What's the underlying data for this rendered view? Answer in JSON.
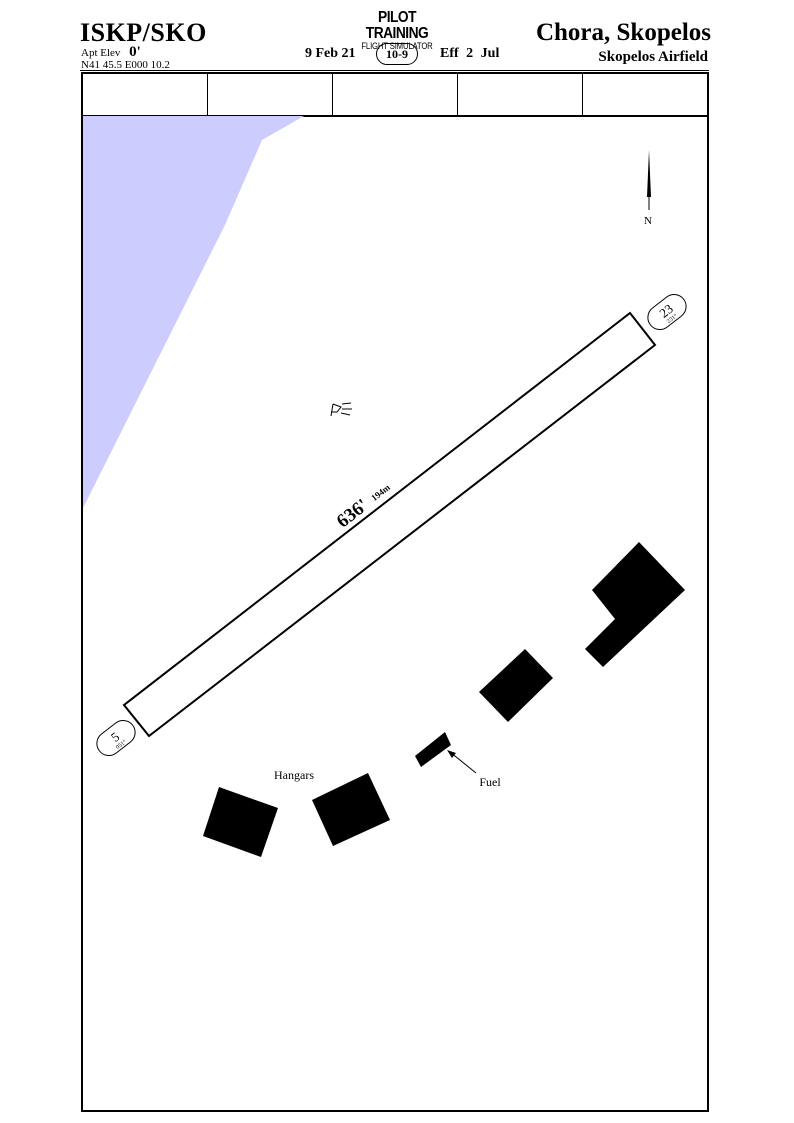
{
  "header": {
    "ident": "ISKP/SKO",
    "elev_label": "Apt Elev",
    "elev_value": "0'",
    "coords": "N41 45.5  E000 10.2",
    "logo_line1": "PILOT TRAINING",
    "logo_line2": "FLIGHT SIMULATOR",
    "date": "9 Feb 21",
    "chart_number": "10-9",
    "effective": "Eff 2 Jul",
    "city": "Chora, Skopelos",
    "airport_name": "Skopelos Airfield"
  },
  "frequency_cells": [
    "",
    "",
    "",
    "",
    ""
  ],
  "map": {
    "runway": {
      "length_ft": "636'",
      "length_m": "194m",
      "end_sw": {
        "designator": "5",
        "heading": "051°"
      },
      "end_ne": {
        "designator": "23",
        "heading": "231°"
      }
    },
    "north_label": "N",
    "labels": {
      "hangars": "Hangars",
      "fuel": "Fuel"
    },
    "colors": {
      "water": "#ccccff",
      "buildings": "#000000",
      "frame": "#000000"
    },
    "icons": [
      "windsock-icon",
      "north-arrow-icon"
    ]
  }
}
